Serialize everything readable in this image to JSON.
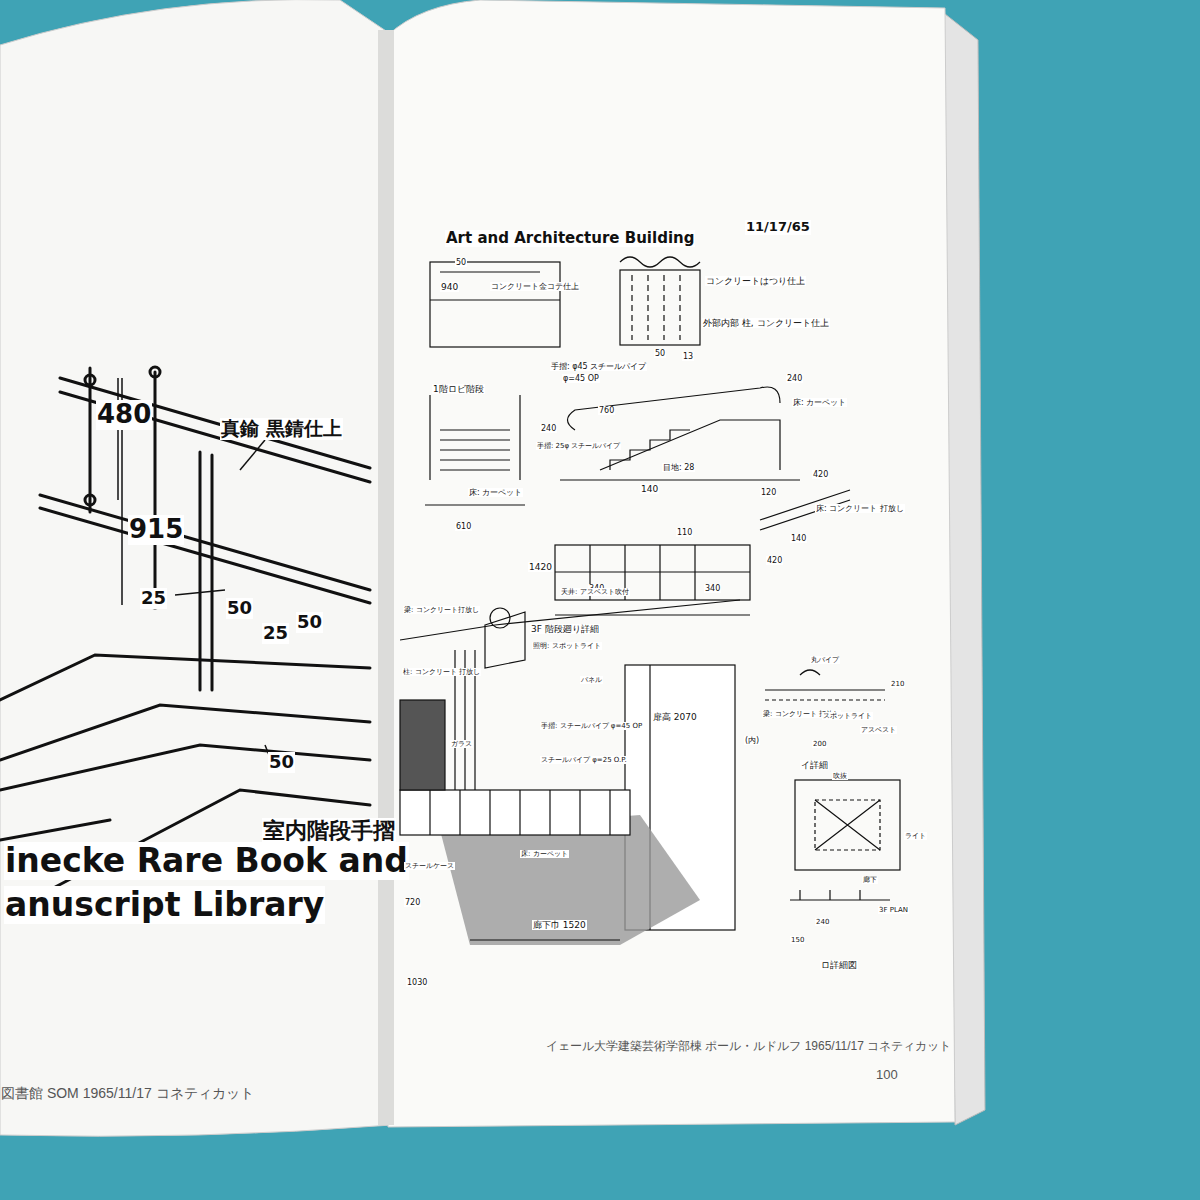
{
  "diagram": {
    "labels": [
      "480",
      "915",
      "25",
      "50",
      "25",
      "50",
      "50",
      "真鍮 黒錆仕上",
      "室内階段手摺",
      "11/17/65",
      "inecke Rare Book and",
      "anuscript Library",
      "図書館 SOM 1965/11/17 コネティカット",
      "Art and Architecture Building",
      "11/17/65",
      "コンクリート金コテ仕上",
      "50",
      "940",
      "1階ロビ階段",
      "コンクリートはつり仕上",
      "外部内部 柱, コンクリート仕上",
      "50",
      "13",
      "手摺: φ45 スチールパイプ",
      "φ=45 OP",
      "240",
      "床: カーペット",
      "760",
      "手摺: 25φ スチールパイプ",
      "140",
      "目地: 28",
      "240",
      "床: カーペット",
      "610",
      "420",
      "120",
      "140",
      "床: コンクリート 打放し",
      "420",
      "1420",
      "110",
      "340",
      "340",
      "3F 階段廻り詳細",
      "梁: コンクリート打放し",
      "天井: アスベスト吹付",
      "照明: スポットライト",
      "パネル",
      "柱: コンクリート 打放し",
      "ガラス",
      "手摺: スチールパイプ φ=45 OP",
      "スチールパイプ φ=25 O.P.",
      "床: カーペット",
      "廊下巾 1520",
      "扉高 2070",
      "スチールケース",
      "720",
      "1030",
      "(内)",
      "丸パイプ",
      "210",
      "梁: コンクリート 打放し",
      "スポットライト",
      "アスベスト",
      "200",
      "イ詳細",
      "吹抜",
      "ライト",
      "廊下",
      "3F PLAN",
      "240",
      "150",
      "ロ詳細図",
      "イェール大学建築芸術学部棟 ポール・ルドルフ 1965/11/17 コネティカット",
      "100"
    ]
  }
}
